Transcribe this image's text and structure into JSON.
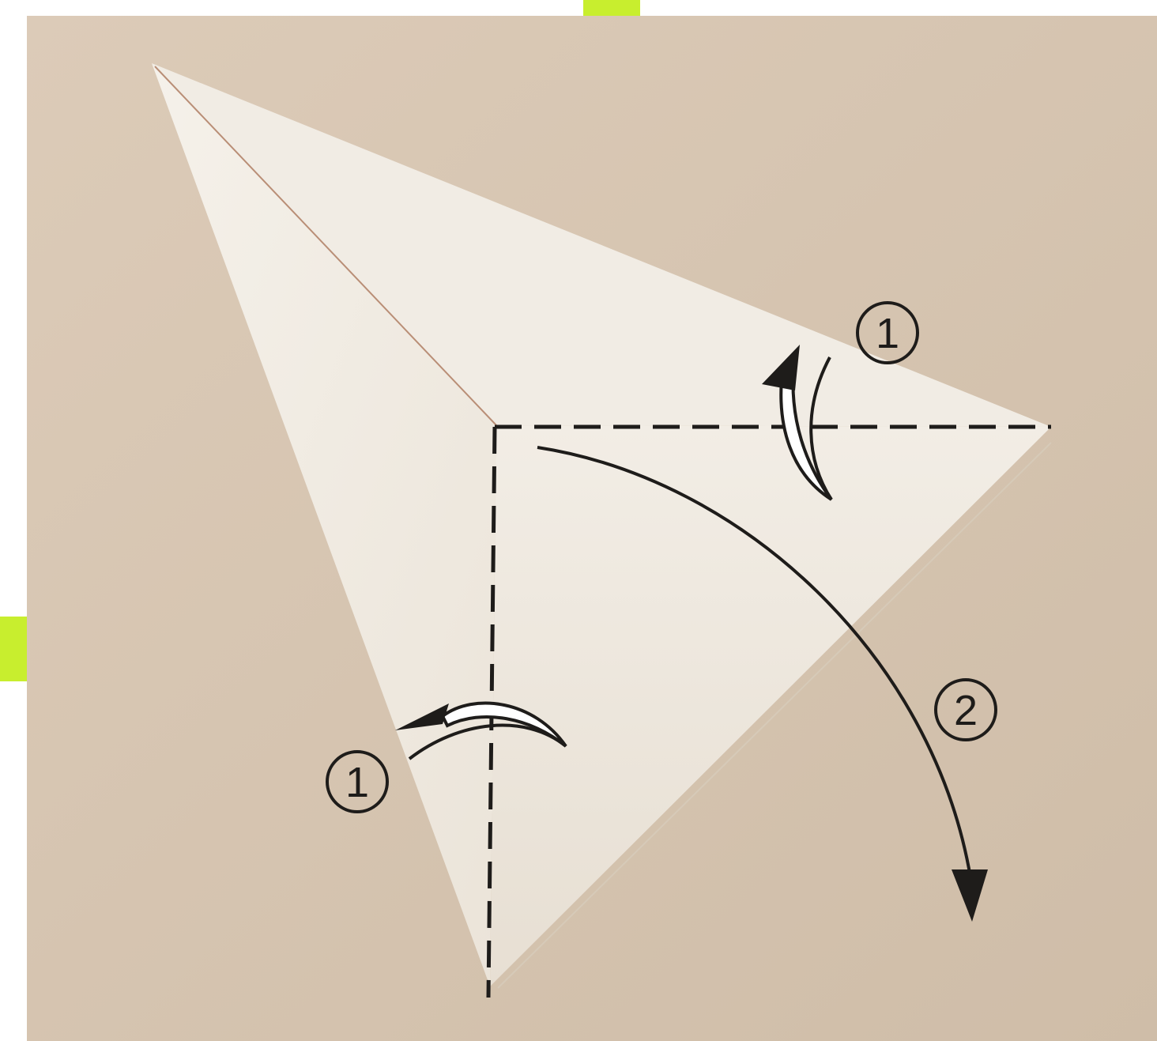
{
  "diagram": {
    "title": "",
    "colors": {
      "page_background": "#ffffff",
      "board": "#d9c8b5",
      "board_shade": "#cdbba6",
      "paper_light": "#f3eee6",
      "paper_shadow": "#e4dbcf",
      "highlight_tab": "#c8ee2e",
      "ink": "#1e1c1a"
    },
    "steps": [
      {
        "id": "step-1-right",
        "label": "1",
        "action": "fold-back",
        "icon": "valley-fold-arrow-icon"
      },
      {
        "id": "step-1-left",
        "label": "1",
        "action": "fold-back",
        "icon": "valley-fold-arrow-icon"
      },
      {
        "id": "step-2",
        "label": "2",
        "action": "fold-down",
        "icon": "fold-arrow-icon"
      }
    ],
    "fold_lines": [
      {
        "id": "horizontal",
        "style": "dashed"
      },
      {
        "id": "vertical",
        "style": "dashed"
      }
    ]
  }
}
